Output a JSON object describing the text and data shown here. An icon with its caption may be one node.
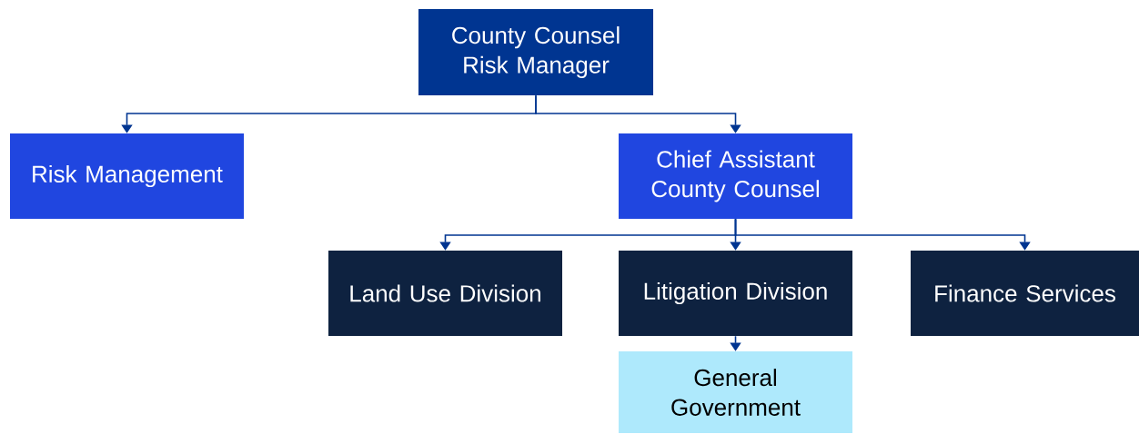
{
  "diagram": {
    "nodes": [
      {
        "text": [
          "County Counsel Risk Manager"
        ]
      },
      {
        "text": [
          "Risk Management"
        ]
      },
      {
        "text": [
          "Chief Assistant County Counsel"
        ]
      },
      {
        "text": [
          "Land Use Division"
        ]
      },
      {
        "text": [
          "Litigation Division"
        ]
      },
      {
        "text": [
          "Finance Services"
        ]
      },
      {
        "text": [
          "General Government"
        ]
      }
    ],
    "edges": [
      {
        "from": 0,
        "to": 1,
        "arrow": "to"
      },
      {
        "from": 0,
        "to": 2,
        "arrow": "to"
      },
      {
        "from": 2,
        "to": 3,
        "arrow": "to"
      },
      {
        "from": 2,
        "to": 4,
        "arrow": "to"
      },
      {
        "from": 2,
        "to": 5,
        "arrow": "to"
      },
      {
        "from": 4,
        "to": 6,
        "arrow": "to"
      }
    ]
  }
}
